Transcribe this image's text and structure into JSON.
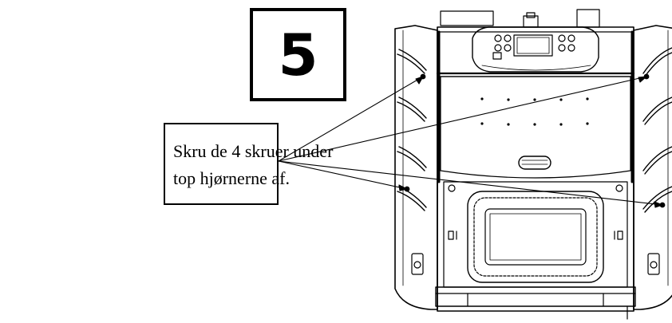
{
  "step": {
    "number": "5"
  },
  "callout": {
    "lines": [
      "Skru de 4 skruer under",
      "top hjørnerne af."
    ]
  },
  "colors": {
    "ink": "#000000",
    "paper": "#ffffff"
  }
}
